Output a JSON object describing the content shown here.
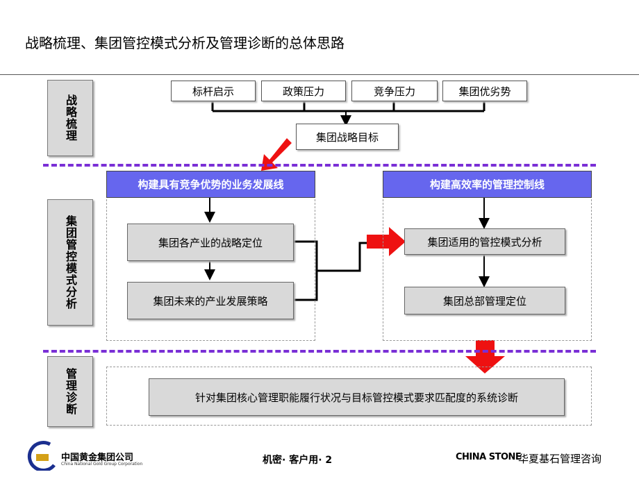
{
  "title": "战略梳理、集团管控模式分析及管理诊断的总体思路",
  "phases": {
    "strategy": "战略梳理",
    "control": "集团管控模式分析",
    "diagnosis": "管理诊断"
  },
  "inputs": [
    "标杆启示",
    "政策压力",
    "竞争压力",
    "集团优劣势"
  ],
  "goal": "集团战略目标",
  "business_line": {
    "header": "构建具有竞争优势的业务发展线",
    "box1": "集团各产业的战略定位",
    "box2": "集团未来的产业发展策略"
  },
  "control_line": {
    "header": "构建高效率的管理控制线",
    "box1": "集团适用的管控模式分析",
    "box2": "集团总部管理定位"
  },
  "diagnosis_text": "针对集团核心管理职能履行状况与目标管控模式要求匹配度的系统诊断",
  "footer": {
    "logo_cn": "中国黄金集团公司",
    "logo_en": "China National Gold Group Corporation",
    "center": "机密· 客户用· 2",
    "brand_mark": "CHINA STONE",
    "brand_cn": "华夏基石管理咨询"
  },
  "colors": {
    "header_bg": "#6666ee",
    "divider": "#7a2fd6",
    "arrow": "#ee1111",
    "box_gray": "#d9d9d9"
  }
}
